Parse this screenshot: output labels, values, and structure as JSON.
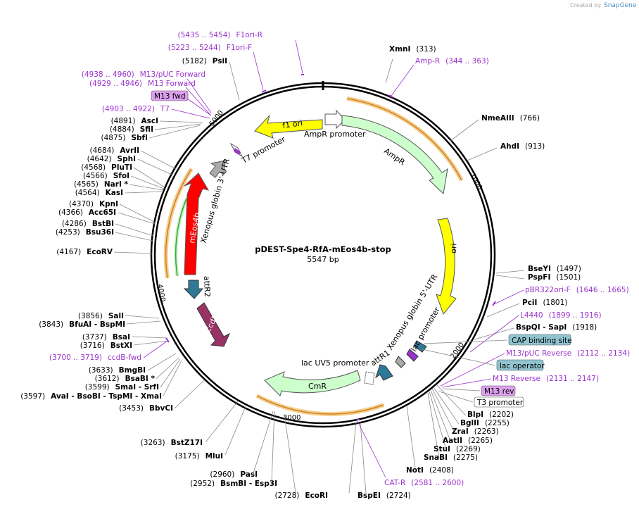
{
  "credit": {
    "created_by": "Created by",
    "brand": "SnapGene"
  },
  "plasmid": {
    "name": "pDEST-Spe4-RfA-mEos4b-stop",
    "size_label": "5547 bp",
    "length": 5547
  },
  "ticks": [
    "1000",
    "2000",
    "3000",
    "4000",
    "5000"
  ],
  "sites": [
    {
      "name": "XmnI",
      "pos": "(313)",
      "side": "r"
    },
    {
      "name": "NmeAIII",
      "pos": "(766)",
      "side": "r"
    },
    {
      "name": "AhdI",
      "pos": "(913)",
      "side": "r"
    },
    {
      "name": "BseYI",
      "pos": "(1497)",
      "side": "r"
    },
    {
      "name": "PspFI",
      "pos": "(1501)",
      "side": "r"
    },
    {
      "name": "PciI",
      "pos": "(1801)",
      "side": "r"
    },
    {
      "name": "BspQI - SapI",
      "pos": "(1918)",
      "side": "r"
    },
    {
      "name": "BlpI",
      "pos": "(2202)",
      "side": "r"
    },
    {
      "name": "BglII",
      "pos": "(2255)",
      "side": "r"
    },
    {
      "name": "ZraI",
      "pos": "(2263)",
      "side": "r"
    },
    {
      "name": "AatII",
      "pos": "(2265)",
      "side": "r"
    },
    {
      "name": "StuI",
      "pos": "(2269)",
      "side": "r"
    },
    {
      "name": "SnaBI",
      "pos": "(2275)",
      "side": "r"
    },
    {
      "name": "NotI",
      "pos": "(2408)",
      "side": "r"
    },
    {
      "name": "BspEI",
      "pos": "(2724)",
      "side": "r"
    },
    {
      "name": "EcoRI",
      "pos": "(2728)",
      "side": "l"
    },
    {
      "name": "BsmBI - Esp3I",
      "pos": "(2952)",
      "side": "l"
    },
    {
      "name": "PasI",
      "pos": "(2960)",
      "side": "l"
    },
    {
      "name": "MluI",
      "pos": "(3175)",
      "side": "l"
    },
    {
      "name": "BstZ17I",
      "pos": "(3263)",
      "side": "l"
    },
    {
      "name": "BbvCI",
      "pos": "(3453)",
      "side": "l"
    },
    {
      "name": "AvaI - BsoBI - TspMI - XmaI",
      "pos": "(3597)",
      "side": "l"
    },
    {
      "name": "SmaI - SrfI",
      "pos": "(3599)",
      "side": "l"
    },
    {
      "name": "BsaBI *",
      "pos": "(3612)",
      "side": "l"
    },
    {
      "name": "BmgBI",
      "pos": "(3633)",
      "side": "l"
    },
    {
      "name": "BstXI",
      "pos": "(3716)",
      "side": "l"
    },
    {
      "name": "BsaI",
      "pos": "(3737)",
      "side": "l"
    },
    {
      "name": "BfuAI - BspMI",
      "pos": "(3843)",
      "side": "l"
    },
    {
      "name": "SalI",
      "pos": "(3856)",
      "side": "l"
    },
    {
      "name": "EcoRV",
      "pos": "(4167)",
      "side": "l"
    },
    {
      "name": "Bsu36I",
      "pos": "(4253)",
      "side": "l"
    },
    {
      "name": "BstBI",
      "pos": "(4286)",
      "side": "l"
    },
    {
      "name": "Acc65I",
      "pos": "(4366)",
      "side": "l"
    },
    {
      "name": "KpnI",
      "pos": "(4370)",
      "side": "l"
    },
    {
      "name": "KasI",
      "pos": "(4564)",
      "side": "l"
    },
    {
      "name": "NarI *",
      "pos": "(4565)",
      "side": "l"
    },
    {
      "name": "SfoI",
      "pos": "(4566)",
      "side": "l"
    },
    {
      "name": "PluTI",
      "pos": "(4568)",
      "side": "l"
    },
    {
      "name": "SphI",
      "pos": "(4642)",
      "side": "l"
    },
    {
      "name": "AvrII",
      "pos": "(4684)",
      "side": "l"
    },
    {
      "name": "SbfI",
      "pos": "(4875)",
      "side": "l"
    },
    {
      "name": "SfiI",
      "pos": "(4884)",
      "side": "l"
    },
    {
      "name": "AscI",
      "pos": "(4891)",
      "side": "l"
    },
    {
      "name": "PsiI",
      "pos": "(5182)",
      "side": "l"
    }
  ],
  "primers": [
    {
      "name": "F1ori-R",
      "range": "(5435 .. 5454)",
      "side": "l"
    },
    {
      "name": "F1ori-F",
      "range": "(5223 .. 5244)",
      "side": "l"
    },
    {
      "name": "M13/pUC Forward",
      "range": "(4938 .. 4960)",
      "side": "l"
    },
    {
      "name": "M13 Forward",
      "range": "(4929 .. 4946)",
      "side": "l"
    },
    {
      "name": "T7",
      "range": "(4903 .. 4922)",
      "side": "l"
    },
    {
      "name": "ccdB-fwd",
      "range": "(3700 .. 3719)",
      "side": "l"
    },
    {
      "name": "Amp-R",
      "range": "(344 .. 363)",
      "side": "r"
    },
    {
      "name": "pBR322ori-F",
      "range": "(1646 .. 1665)",
      "side": "r"
    },
    {
      "name": "L4440",
      "range": "(1899 .. 1916)",
      "side": "r"
    },
    {
      "name": "M13/pUC Reverse",
      "range": "(2112 .. 2134)",
      "side": "r"
    },
    {
      "name": "M13 Reverse",
      "range": "(2131 .. 2147)",
      "side": "r"
    },
    {
      "name": "CAT-R",
      "range": "(2581 .. 2600)",
      "side": "r"
    }
  ],
  "boxed": [
    {
      "name": "M13 fwd",
      "kind": "primer"
    },
    {
      "name": "CAP binding site",
      "kind": "protein"
    },
    {
      "name": "lac operator",
      "kind": "protein"
    },
    {
      "name": "M13 rev",
      "kind": "primer"
    },
    {
      "name": "T3 promoter",
      "kind": "plain"
    }
  ],
  "features": [
    {
      "name": "f1 ori",
      "color": "#ffff00"
    },
    {
      "name": "AmpR promoter",
      "color": "#ffffff"
    },
    {
      "name": "AmpR",
      "color": "#ccffcc"
    },
    {
      "name": "ori",
      "color": "#ffff00"
    },
    {
      "name": "lac promoter",
      "color": "#ffffff"
    },
    {
      "name": "Xenopus globin 5'-UTR",
      "color": "#aaaaaa"
    },
    {
      "name": "attR1",
      "color": "#2e7a96"
    },
    {
      "name": "lac UV5 promoter",
      "color": "#ffffff"
    },
    {
      "name": "CmR",
      "color": "#ccffcc"
    },
    {
      "name": "ccdB",
      "color": "#993366"
    },
    {
      "name": "attR2",
      "color": "#2e7a96"
    },
    {
      "name": "mEos4b",
      "color": "#ff0000"
    },
    {
      "name": "Xenopus globin 3'-UTR",
      "color": "#aaaaaa"
    },
    {
      "name": "T7 promoter",
      "color": "#ffffff"
    }
  ],
  "colors": {
    "primer": "#9933cc",
    "orf": "#f0a030",
    "orf_green": "#33aa33",
    "feature_box": "#8fc4d0",
    "primer_box": "#dda0ee"
  }
}
